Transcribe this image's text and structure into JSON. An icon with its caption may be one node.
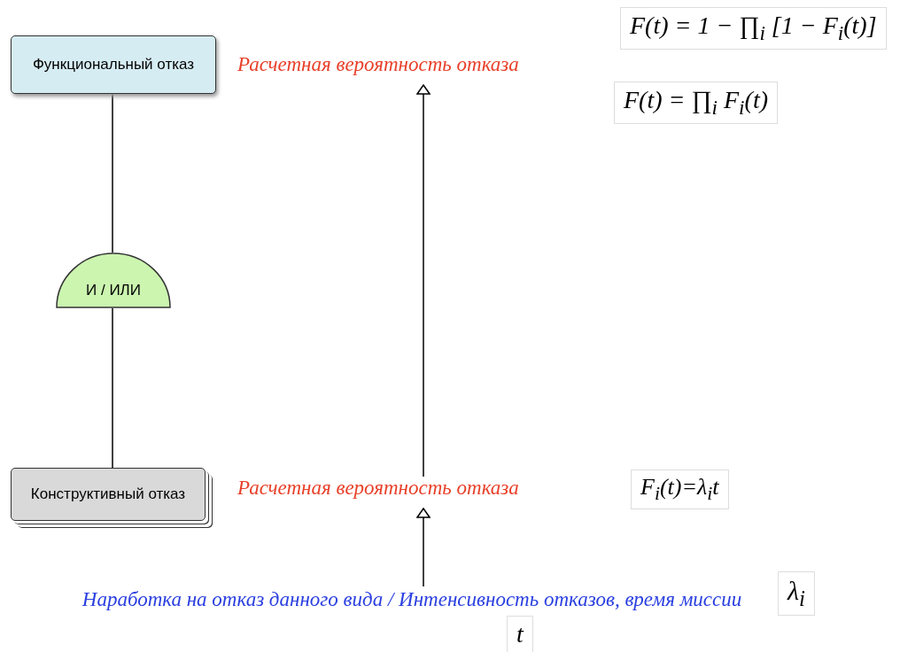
{
  "diagram": {
    "nodes": [
      {
        "text": [
          "Функциональный отказ"
        ]
      },
      {
        "text": [
          "И / ИЛИ"
        ]
      },
      {
        "text": [
          "Конструктивный отказ"
        ]
      },
      {
        "text": [
          "Расчетная вероятность отказа"
        ]
      },
      {
        "text": [
          "Расчетная вероятность отказа"
        ]
      },
      {
        "text": [
          "Наработка на отказ данного вида / Интенсивность отказов, время миссии"
        ]
      }
    ],
    "edges": [
      {
        "from": 1,
        "to": 0,
        "arrow": "none"
      },
      {
        "from": 2,
        "to": 1,
        "arrow": "none"
      },
      {
        "from": 4,
        "to": 3,
        "arrow": "to"
      },
      {
        "from": 5,
        "to": 4,
        "arrow": "to"
      }
    ],
    "labels": [
      "F(t) = 1 − ∏$_{i}$ [1 − F$_{i}$(t)]",
      "F(t) = ∏$_{i}$ F$_{i}$(t)",
      "F$_{i}$(t)=λ$_{i}$t",
      "λ$_{i}$",
      "t"
    ]
  }
}
